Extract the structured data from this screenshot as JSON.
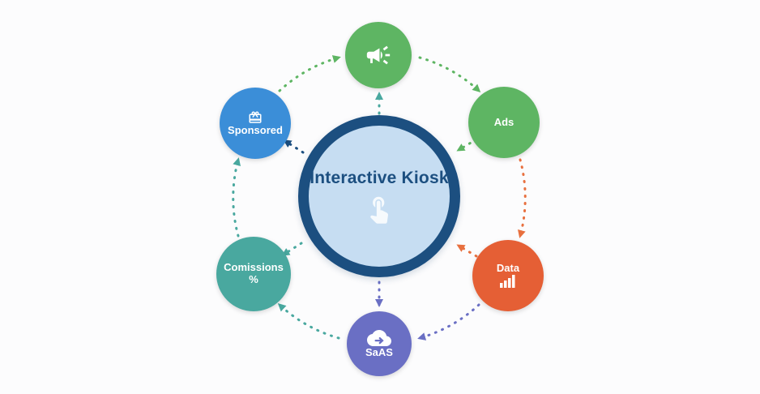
{
  "center": {
    "label": "Interactive Kiosk",
    "icon": "touch-icon",
    "fill_color": "#c6ddf2",
    "ring_color": "#1c4f80",
    "text_color": "#1c4f80"
  },
  "nodes": [
    {
      "id": "promotion",
      "label": "",
      "icon": "megaphone-icon",
      "color": "#5eb563",
      "position": "top"
    },
    {
      "id": "ads",
      "label": "Ads",
      "icon": "",
      "color": "#5eb563",
      "position": "upper-right"
    },
    {
      "id": "data",
      "label": "Data",
      "icon": "bar-chart-icon",
      "color": "#e55f35",
      "position": "lower-right"
    },
    {
      "id": "saas",
      "label": "SaAS",
      "icon": "cloud-icon",
      "color": "#6a6fc4",
      "position": "bottom"
    },
    {
      "id": "commissions",
      "label": "Comissions %",
      "icon": "",
      "color": "#49a89f",
      "position": "lower-left"
    },
    {
      "id": "sponsored",
      "label": "Sponsored",
      "icon": "gift-icon",
      "color": "#3b8ed8",
      "position": "upper-left"
    }
  ],
  "flow": {
    "direction": "clockwise",
    "cycle": [
      "sponsored",
      "promotion",
      "ads",
      "data",
      "saas",
      "commissions"
    ],
    "arrow_colors": {
      "green": "#5eb563",
      "teal": "#49a89f",
      "orange": "#e8703f",
      "purple": "#6a6fc4",
      "navy": "#1c4f80"
    }
  }
}
